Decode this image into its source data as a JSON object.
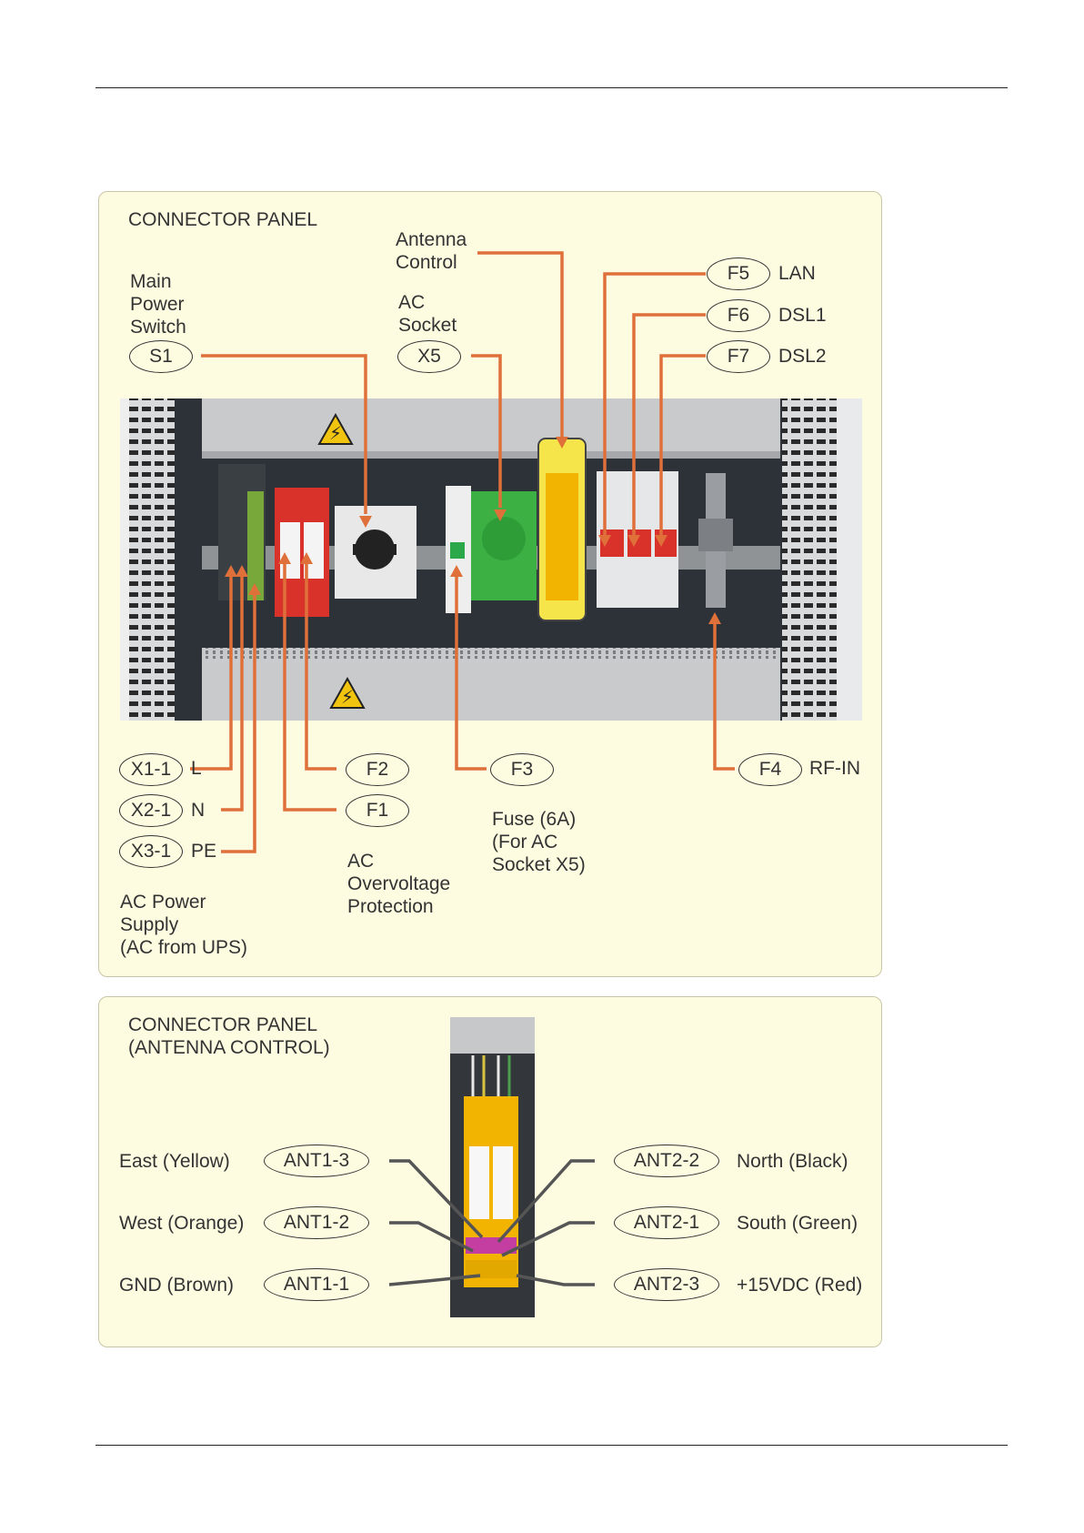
{
  "panel1": {
    "title": "CONNECTOR PANEL",
    "main_power_switch": "Main\nPower\nSwitch",
    "antenna_control": "Antenna\nControl",
    "ac_socket": "AC\nSocket",
    "tags": {
      "S1": "S1",
      "X5": "X5",
      "F5": "F5",
      "F6": "F6",
      "F7": "F7",
      "X1_1": "X1-1",
      "X2_1": "X2-1",
      "X3_1": "X3-1",
      "F2": "F2",
      "F1": "F1",
      "F3": "F3",
      "F4": "F4"
    },
    "lan": "LAN",
    "dsl1": "DSL1",
    "dsl2": "DSL2",
    "L": "L",
    "N": "N",
    "PE": "PE",
    "rf_in": "RF-IN",
    "ac_power_supply": "AC Power\nSupply\n(AC from UPS)",
    "ac_overvoltage": "AC\nOvervoltage\nProtection",
    "fuse": "Fuse (6A)\n(For AC\nSocket X5)"
  },
  "panel2": {
    "title": "CONNECTOR PANEL\n(ANTENNA CONTROL)",
    "tags": {
      "ANT1_3": "ANT1-3",
      "ANT1_2": "ANT1-2",
      "ANT1_1": "ANT1-1",
      "ANT2_2": "ANT2-2",
      "ANT2_1": "ANT2-1",
      "ANT2_3": "ANT2-3"
    },
    "east": "East (Yellow)",
    "west": "West (Orange)",
    "gnd": "GND (Brown)",
    "north": "North (Black)",
    "south": "South (Green)",
    "vdc": "+15VDC (Red)"
  },
  "colors": {
    "callout_line": "#e0703a",
    "callout_line_grey": "#555555",
    "panel_background": "#fdfbe0"
  }
}
